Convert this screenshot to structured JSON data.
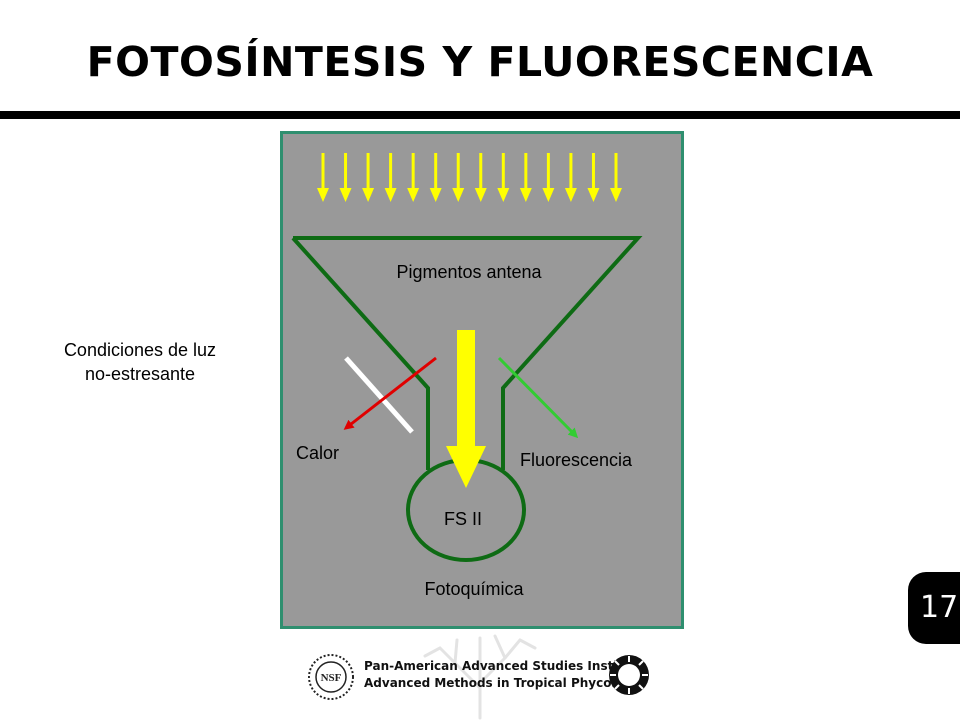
{
  "title": "FOTOSÍNTESIS Y FLUORESCENCIA",
  "side_label": {
    "line1": "Condiciones de luz",
    "line2": "no-estresante"
  },
  "diagram": {
    "antenna_label": "Pigmentos antena",
    "heat_label": "Calor",
    "fluorescence_label": "Fluorescencia",
    "psii_label": "FS II",
    "photochem_label": "Fotoquímica",
    "incoming_light_arrows": 14
  },
  "page_number": "17",
  "footer": {
    "line1": "Pan-American Advanced Studies Institute",
    "line2": "Advanced Methods in Tropical Phycology",
    "nsf_text": "NSF"
  },
  "colors": {
    "panel": "#999999",
    "panel_border": "#2f8f6f",
    "funnel": "#0e6b14",
    "light": "#ffff00",
    "heat_arrow": "#e00000",
    "fluorescence_arrow": "#33cc33"
  }
}
